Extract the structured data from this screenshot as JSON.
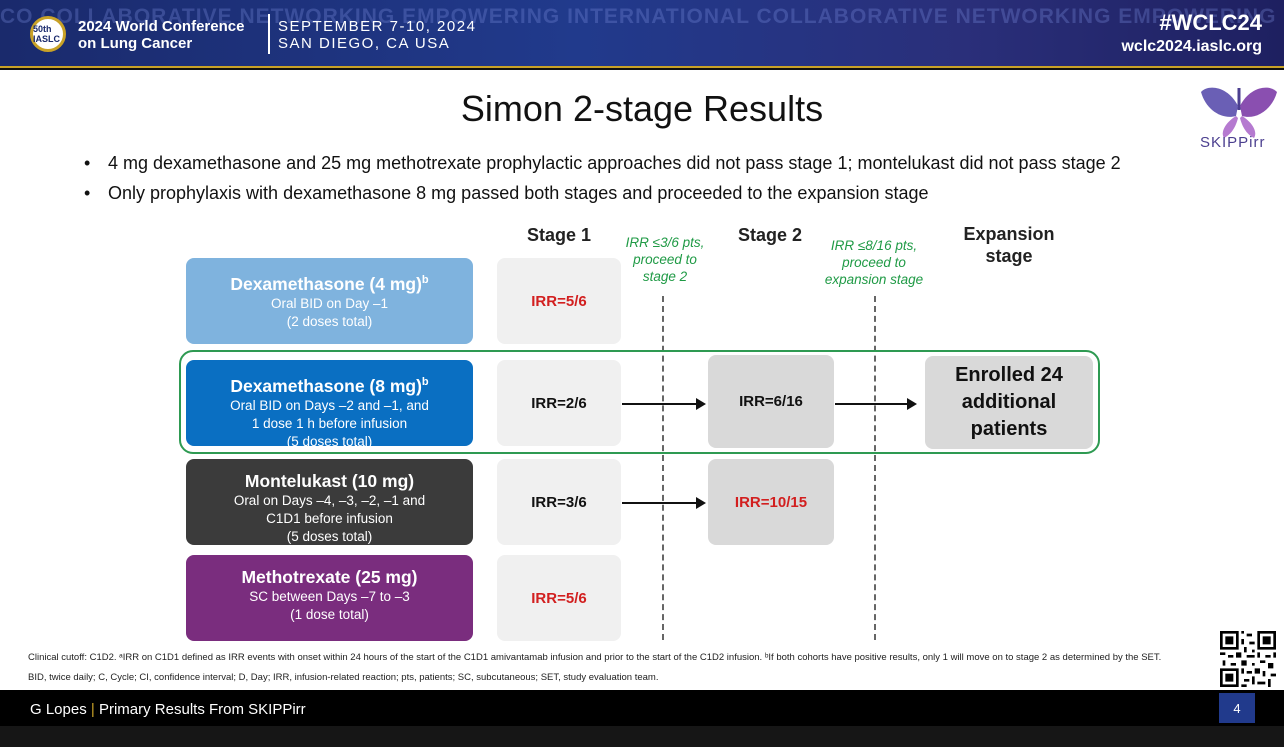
{
  "header": {
    "background_words": "CO COLLABORATIVE NETWORKING EMPOWERING INTERNATIONAL COLLABORATIVE NETWORKING EMPOWERING IN INFORMATIVE MULTIDISCIPLINARY IMPACTFUL INSPIRATIONAL INFORMATIVE MULTIDISCIPLINARY",
    "seal_text": "50th IASLC",
    "conference_line1": "2024 World Conference",
    "conference_line2": "on Lung Cancer",
    "date": "SEPTEMBER 7-10, 2024",
    "location": "SAN DIEGO, CA USA",
    "hashtag": "#WCLC24",
    "website": "wclc2024.iaslc.org"
  },
  "slide": {
    "title": "Simon 2-stage Results",
    "logo_text": "SKIPPirr",
    "bullets": [
      "4 mg dexamethasone and 25 mg methotrexate prophylactic approaches did not pass stage 1; montelukast did not pass stage 2",
      "Only prophylaxis with dexamethasone 8 mg passed both stages and proceeded to the expansion stage"
    ],
    "columns": {
      "stage1": "Stage 1",
      "stage2": "Stage 2",
      "expansion_line1": "Expansion",
      "expansion_line2": "stage"
    },
    "notes": {
      "stage1_line1": "IRR ≤3/6 pts,",
      "stage1_line2": "proceed to",
      "stage1_line3": "stage 2",
      "stage2_line1": "IRR ≤8/16 pts,",
      "stage2_line2": "proceed to",
      "stage2_line3": "expansion stage"
    },
    "arms": [
      {
        "name": "Dexamethasone (4 mg)",
        "sup": "b",
        "desc1": "Oral BID on Day –1",
        "desc2": "(2 doses total)",
        "desc3": "",
        "color": "#7fb3de",
        "stage1": "IRR=5/6",
        "stage2": ""
      },
      {
        "name": "Dexamethasone (8 mg)",
        "sup": "b",
        "desc1": "Oral BID on Days –2 and –1, and",
        "desc2": "1 dose 1 h before infusion",
        "desc3": "(5 doses total)",
        "color": "#0a6fc2",
        "stage1": "IRR=2/6",
        "stage2": "IRR=6/16"
      },
      {
        "name": "Montelukast (10 mg)",
        "sup": "",
        "desc1": "Oral on Days –4, –3, –2, –1 and",
        "desc2": "C1D1 before infusion",
        "desc3": "(5 doses total)",
        "color": "#3b3b3b",
        "stage1": "IRR=3/6",
        "stage2": "IRR=10/15"
      },
      {
        "name": "Methotrexate (25 mg)",
        "sup": "",
        "desc1": "SC between Days –7 to –3",
        "desc2": "(1 dose total)",
        "desc3": "",
        "color": "#7a2d7e",
        "stage1": "IRR=5/6",
        "stage2": ""
      }
    ],
    "expansion": {
      "line1": "Enrolled 24",
      "line2": "additional",
      "line3": "patients"
    },
    "highlight_color": "#2e9a52",
    "fail_color": "#d21f1f",
    "footnote1": "Clinical cutoff: C1D2. ᵃIRR on C1D1 defined as IRR events with onset within 24 hours of the start of the C1D1 amivantamab infusion and prior to the start of the C1D2 infusion. ᵇIf both cohorts have positive results, only 1 will move on to stage 2 as determined by the SET.",
    "footnote2": "BID, twice daily; C, Cycle; CI, confidence interval; D, Day; IRR, infusion-related reaction; pts, patients; SC, subcutaneous; SET, study evaluation team."
  },
  "footer": {
    "presenter": "G Lopes",
    "separator": "|",
    "talk_title": "Primary Results From SKIPPirr",
    "page_number": "4"
  }
}
